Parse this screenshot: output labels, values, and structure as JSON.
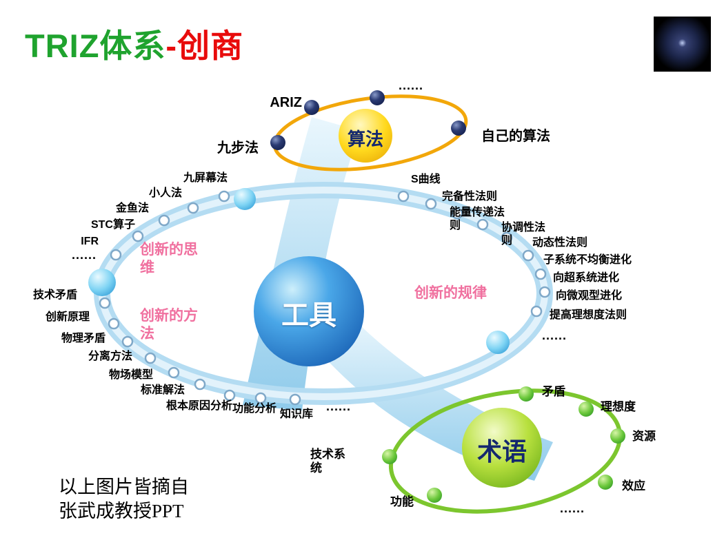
{
  "title": {
    "green": "TRIZ体系",
    "red": "-创商"
  },
  "icons": {
    "corner_logo": "galaxy-thumbnail"
  },
  "spheres": {
    "tools": "工具",
    "algorithm": "算法",
    "terms": "术语"
  },
  "pink_labels": {
    "thinking": "创新的思维",
    "method": "创新的方法",
    "laws": "创新的规律"
  },
  "algorithm_ring": {
    "ariz": "ARIZ",
    "nine_step": "九步法",
    "own_algorithm": "自己的算法",
    "dots": "......"
  },
  "tools_left": [
    "九屏幕法",
    "小人法",
    "金鱼法",
    "STC算子",
    "IFR",
    "......",
    "技术矛盾",
    "创新原理",
    "物理矛盾",
    "分离方法",
    "物场模型",
    "标准解法",
    "根本原因分析",
    "功能分析",
    "知识库",
    "......"
  ],
  "laws_right": [
    "S曲线",
    "完备性法则",
    "能量传递法则",
    "协调性法则",
    "动态性法则",
    "子系统不均衡进化",
    "向超系统进化",
    "向微观型进化",
    "提高理想度法则",
    "......"
  ],
  "terms_ring": [
    "矛盾",
    "理想度",
    "资源",
    "效应",
    "......",
    "功能",
    "技术系统"
  ],
  "credit": {
    "line1": "以上图片皆摘自",
    "line2": "张武成教授PPT"
  },
  "colors": {
    "title_green": "#1fa32e",
    "title_red": "#e80b0b",
    "pink_label": "#f0709f",
    "algorithm_ring": "#f2a70a",
    "terms_ring": "#7cc62e",
    "tools_sphere": "#0b4ea6",
    "band_blue": "#b4dcf2"
  }
}
